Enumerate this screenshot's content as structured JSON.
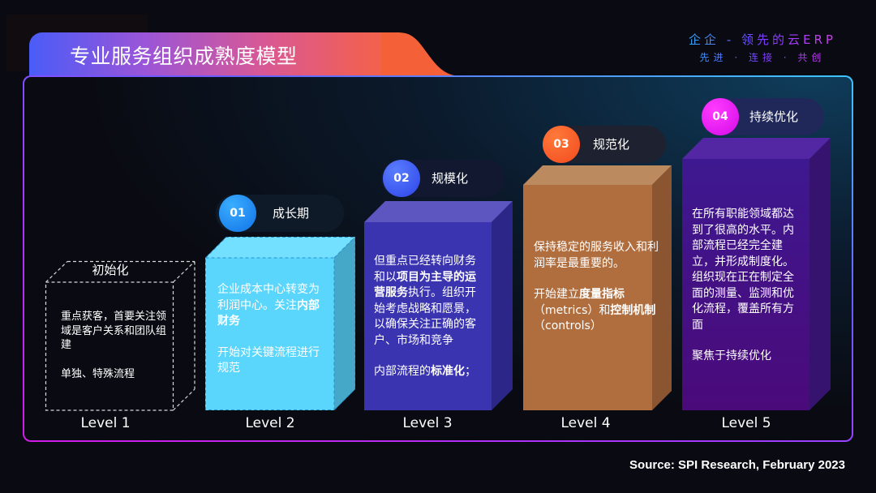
{
  "header": {
    "title": "专业服务组织成熟度模型",
    "brand_line1": "企企 - 领先的云ERP",
    "brand_line2": "先进 · 连接 · 共创"
  },
  "colors": {
    "title_gradient": [
      "#4a5cf8",
      "#9a55d8",
      "#d95894",
      "#f26050"
    ],
    "level2_box": "#5ad6fd",
    "level3_box": "#3a34b0",
    "level4_box": "#b07040",
    "level5_box": "#4a148c",
    "badge_01": "#1e88f5",
    "badge_02": "#3c5cf8",
    "badge_03": "#ff5a2a",
    "badge_04": "#e81ef0"
  },
  "levels": [
    {
      "level_label": "Level 1",
      "stage_title": "初始化",
      "paragraphs": [
        [
          {
            "t": "重点获客，首要关注领域是客户关系和团队组建"
          }
        ],
        [
          {
            "t": "单独、特殊流程"
          }
        ]
      ]
    },
    {
      "level_label": "Level 2",
      "badge": "01",
      "stage_title": "成长期",
      "paragraphs": [
        [
          {
            "t": "企业成本中心转变为利润中心。关注"
          },
          {
            "t": "内部财务",
            "b": true
          }
        ],
        [
          {
            "t": "开始对关键流程进行规范"
          }
        ]
      ]
    },
    {
      "level_label": "Level 3",
      "badge": "02",
      "stage_title": "规模化",
      "paragraphs": [
        [
          {
            "t": "但重点已经转向财务和以"
          },
          {
            "t": "项目为主导的运营服务",
            "b": true
          },
          {
            "t": "执行。组织开始考虑战略和愿景，以确保关注正确的客户、市场和竞争"
          }
        ],
        [
          {
            "t": "内部流程的"
          },
          {
            "t": "标准化",
            "b": true
          },
          {
            "t": "；"
          }
        ]
      ]
    },
    {
      "level_label": "Level 4",
      "badge": "03",
      "stage_title": "规范化",
      "paragraphs": [
        [
          {
            "t": "保持稳定的服务收入和利润率是最重要的。"
          }
        ],
        [
          {
            "t": "开始建立"
          },
          {
            "t": "度量指标",
            "b": true
          },
          {
            "t": "（metrics）和"
          },
          {
            "t": "控制机制",
            "b": true
          },
          {
            "t": "（controls）"
          }
        ]
      ]
    },
    {
      "level_label": "Level 5",
      "badge": "04",
      "stage_title": "持续优化",
      "paragraphs": [
        [
          {
            "t": "在所有职能领域都达到了很高的水平。内部流程已经完全建立，并形成制度化。组织现在正在制定全面的测量、监测和优化流程，覆盖所有方面"
          }
        ],
        [
          {
            "t": "聚焦于持续优化"
          }
        ]
      ]
    }
  ],
  "footer": {
    "source": "Source: SPI Research, February 2023"
  }
}
